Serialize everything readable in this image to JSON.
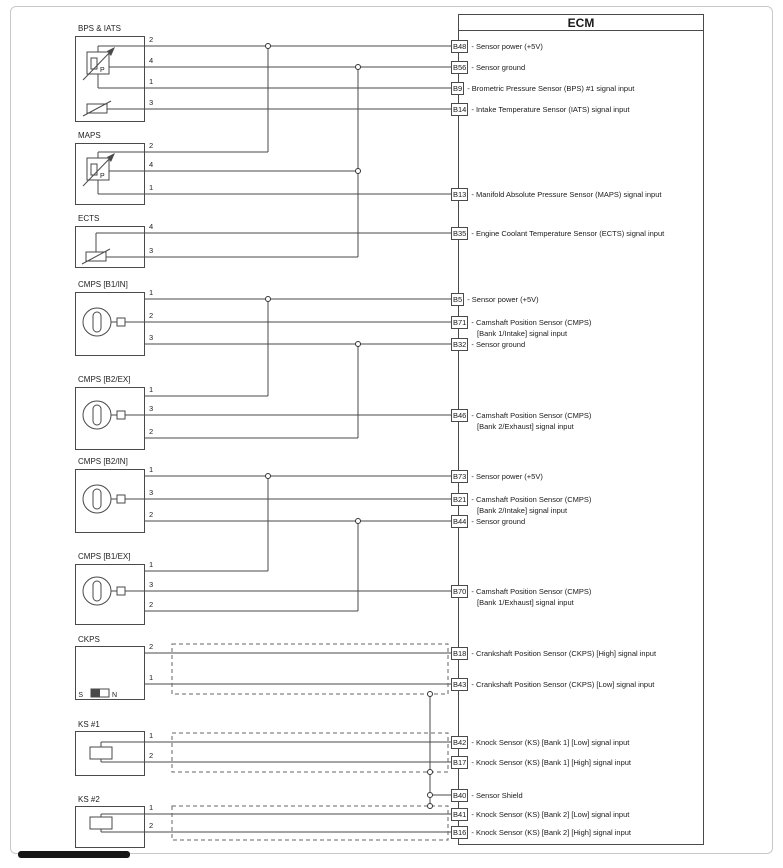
{
  "symbols": {
    "pressure": "P",
    "pole_s": "S",
    "pole_n": "N"
  },
  "sensors": [
    {
      "name": "BPS & IATS",
      "pins": [
        "2",
        "4",
        "1",
        "3"
      ]
    },
    {
      "name": "MAPS",
      "pins": [
        "2",
        "4",
        "1"
      ]
    },
    {
      "name": "ECTS",
      "pins": [
        "4",
        "3"
      ]
    },
    {
      "name": "CMPS [B1/IN]",
      "pins": [
        "1",
        "2",
        "3"
      ]
    },
    {
      "name": "CMPS [B2/EX]",
      "pins": [
        "1",
        "3",
        "2"
      ]
    },
    {
      "name": "CMPS [B2/IN]",
      "pins": [
        "1",
        "3",
        "2"
      ]
    },
    {
      "name": "CMPS [B1/EX]",
      "pins": [
        "1",
        "3",
        "2"
      ]
    },
    {
      "name": "CKPS",
      "pins": [
        "2",
        "1"
      ]
    },
    {
      "name": "KS #1",
      "pins": [
        "1",
        "2"
      ]
    },
    {
      "name": "KS #2",
      "pins": [
        "1",
        "2"
      ]
    }
  ],
  "ecm": {
    "title": "ECM",
    "pins": [
      {
        "id": "B48",
        "desc": "- Sensor power (+5V)",
        "desc2": ""
      },
      {
        "id": "B56",
        "desc": "- Sensor ground",
        "desc2": ""
      },
      {
        "id": "B9",
        "desc": "- Brometric Pressure Sensor (BPS) #1 signal input",
        "desc2": ""
      },
      {
        "id": "B14",
        "desc": "- Intake Temperature Sensor (IATS) signal input",
        "desc2": ""
      },
      {
        "id": "B13",
        "desc": "- Manifold Absolute Pressure Sensor (MAPS) signal input",
        "desc2": ""
      },
      {
        "id": "B35",
        "desc": "- Engine Coolant Temperature Sensor (ECTS) signal input",
        "desc2": ""
      },
      {
        "id": "B5",
        "desc": "- Sensor power (+5V)",
        "desc2": ""
      },
      {
        "id": "B71",
        "desc": "- Camshaft Position Sensor (CMPS)",
        "desc2": "[Bank 1/Intake] signal input"
      },
      {
        "id": "B32",
        "desc": "- Sensor ground",
        "desc2": ""
      },
      {
        "id": "B46",
        "desc": "- Camshaft Position Sensor (CMPS)",
        "desc2": "[Bank 2/Exhaust] signal input"
      },
      {
        "id": "B73",
        "desc": "- Sensor power (+5V)",
        "desc2": ""
      },
      {
        "id": "B21",
        "desc": "- Camshaft Position Sensor (CMPS)",
        "desc2": "[Bank 2/Intake] signal input"
      },
      {
        "id": "B44",
        "desc": "- Sensor ground",
        "desc2": ""
      },
      {
        "id": "B70",
        "desc": "- Camshaft Position Sensor (CMPS)",
        "desc2": "[Bank 1/Exhaust] signal input"
      },
      {
        "id": "B18",
        "desc": "- Crankshaft Position Sensor (CKPS) [High] signal input",
        "desc2": ""
      },
      {
        "id": "B43",
        "desc": "- Crankshaft Position Sensor (CKPS) [Low] signal input",
        "desc2": ""
      },
      {
        "id": "B42",
        "desc": "- Knock Sensor (KS) [Bank 1] [Low] signal input",
        "desc2": ""
      },
      {
        "id": "B17",
        "desc": "- Knock Sensor (KS) [Bank 1] [High] signal input",
        "desc2": ""
      },
      {
        "id": "B40",
        "desc": "- Sensor Shield",
        "desc2": ""
      },
      {
        "id": "B41",
        "desc": "- Knock Sensor (KS) [Bank 2] [Low] signal input",
        "desc2": ""
      },
      {
        "id": "B16",
        "desc": "- Knock Sensor (KS) [Bank 2] [High] signal input",
        "desc2": ""
      }
    ]
  }
}
